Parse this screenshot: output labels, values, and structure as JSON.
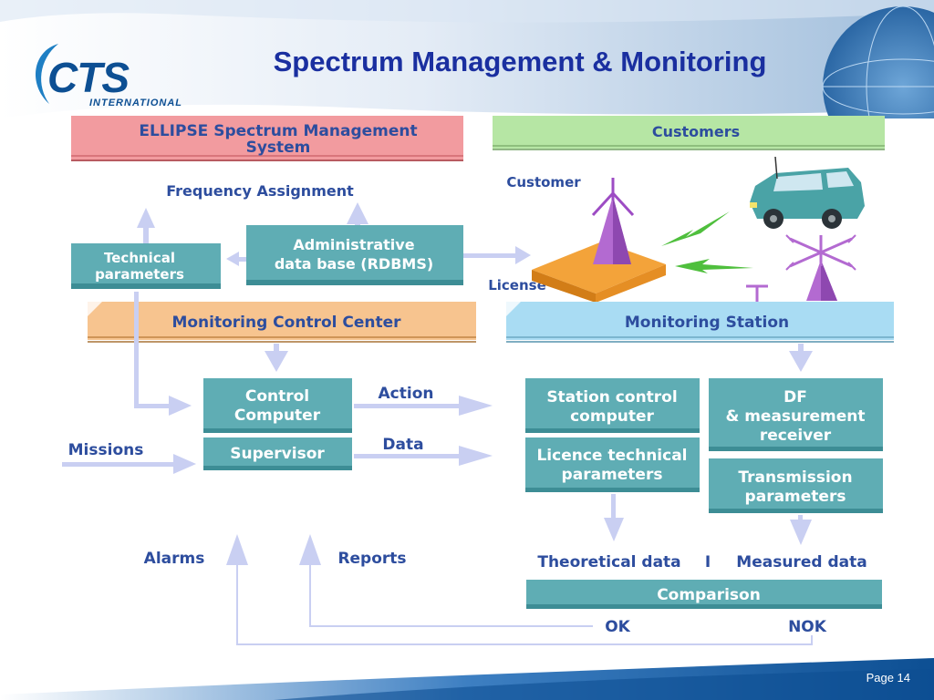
{
  "slide": {
    "title": "Spectrum Management & Monitoring",
    "page": "Page 14"
  },
  "logo": {
    "main": "CTS",
    "sub": "INTERNATIONAL"
  },
  "diagram": {
    "ellipse_title_1": "ELLIPSE Spectrum Management",
    "ellipse_title_2": "System",
    "customers": "Customers",
    "frequency_assignment": "Frequency Assignment",
    "customer": "Customer",
    "license": "License",
    "technical_params_1": "Technical",
    "technical_params_2": "parameters",
    "admin_db_1": "Administrative",
    "admin_db_2": "data base (RDBMS)",
    "monitoring_control_center": "Monitoring Control Center",
    "monitoring_station": "Monitoring Station",
    "control_computer_1": "Control",
    "control_computer_2": "Computer",
    "supervisor": "Supervisor",
    "action": "Action",
    "data": "Data",
    "missions": "Missions",
    "station_control_1": "Station control",
    "station_control_2": "computer",
    "licence_tech_1": "Licence technical",
    "licence_tech_2": "parameters",
    "df_1": "DF",
    "df_2": "& measurement",
    "df_3": "receiver",
    "transmission_1": "Transmission",
    "transmission_2": "parameters",
    "alarms": "Alarms",
    "reports": "Reports",
    "theoretical_data": "Theoretical data",
    "separator": "I",
    "measured_data": "Measured data",
    "comparison": "Comparison",
    "ok": "OK",
    "nok": "NOK"
  },
  "colors": {
    "title": "#1a2fa0",
    "teal_box": "#5fadb4",
    "arrow": "#c9cff2",
    "label_blue": "#2d4d9e",
    "ellipse_bg": "#f29b9f",
    "customers_bg": "#b6e6a4",
    "mcc_bg": "#f7c48f",
    "station_bg": "#a9dcf3"
  }
}
